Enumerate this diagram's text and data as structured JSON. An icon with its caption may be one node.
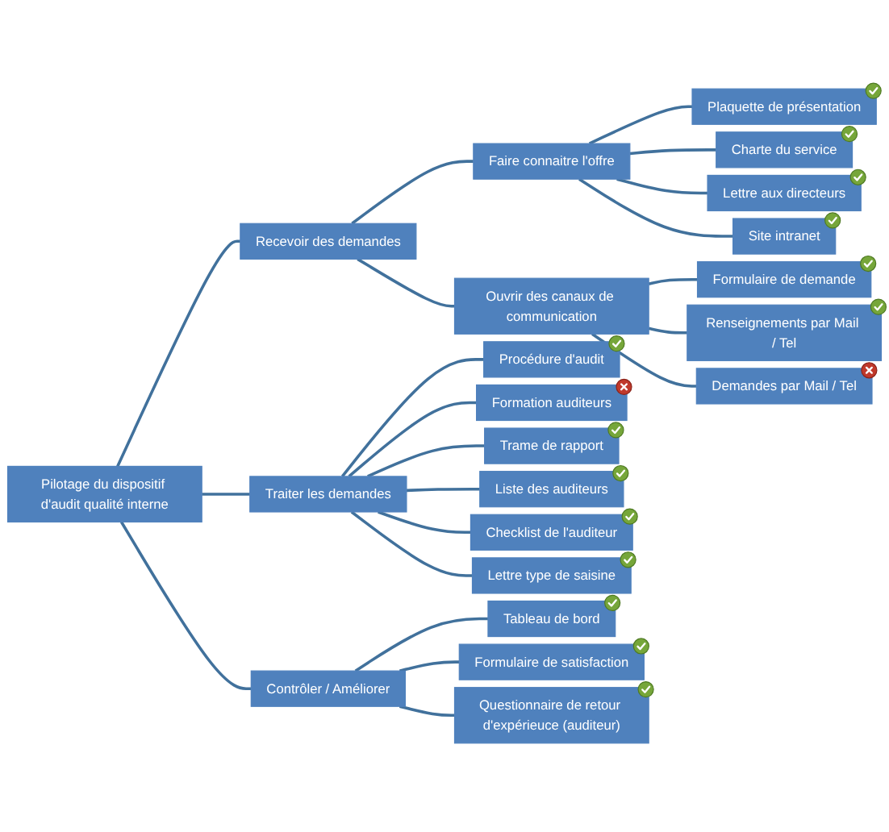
{
  "diagram": {
    "nodes": [
      {
        "text": [
          "Pilotage du dispositif d'audit qualité interne"
        ]
      },
      {
        "text": [
          "Recevoir des demandes"
        ]
      },
      {
        "text": [
          "Faire connaitre l'offre"
        ]
      },
      {
        "text": [
          "Plaquette de présentation"
        ]
      },
      {
        "text": [
          "Charte du service"
        ]
      },
      {
        "text": [
          "Lettre aux directeurs"
        ]
      },
      {
        "text": [
          "Site intranet"
        ]
      },
      {
        "text": [
          "Ouvrir des canaux de communication"
        ]
      },
      {
        "text": [
          "Formulaire de demande"
        ]
      },
      {
        "text": [
          "Renseignements par Mail / Tel"
        ]
      },
      {
        "text": [
          "Demandes par Mail / Tel"
        ]
      },
      {
        "text": [
          "Traiter les demandes"
        ]
      },
      {
        "text": [
          "Procédure d'audit"
        ]
      },
      {
        "text": [
          "Formation auditeurs"
        ]
      },
      {
        "text": [
          "Trame de rapport"
        ]
      },
      {
        "text": [
          "Liste des auditeurs"
        ]
      },
      {
        "text": [
          "Checklist de l'auditeur"
        ]
      },
      {
        "text": [
          "Lettre type de saisine"
        ]
      },
      {
        "text": [
          "Contrôler / Améliorer"
        ]
      },
      {
        "text": [
          "Tableau de bord"
        ]
      },
      {
        "text": [
          "Formulaire de satisfaction"
        ]
      },
      {
        "text": [
          "Questionnaire de retour d'expérieuce (auditeur)"
        ]
      }
    ],
    "edges": [
      {
        "from": 0,
        "to": 1,
        "arrow": "none"
      },
      {
        "from": 0,
        "to": 11,
        "arrow": "none"
      },
      {
        "from": 0,
        "to": 18,
        "arrow": "none"
      },
      {
        "from": 1,
        "to": 2,
        "arrow": "none"
      },
      {
        "from": 1,
        "to": 7,
        "arrow": "none"
      },
      {
        "from": 2,
        "to": 3,
        "arrow": "none"
      },
      {
        "from": 2,
        "to": 4,
        "arrow": "none"
      },
      {
        "from": 2,
        "to": 5,
        "arrow": "none"
      },
      {
        "from": 2,
        "to": 6,
        "arrow": "none"
      },
      {
        "from": 7,
        "to": 8,
        "arrow": "none"
      },
      {
        "from": 7,
        "to": 9,
        "arrow": "none"
      },
      {
        "from": 7,
        "to": 10,
        "arrow": "none"
      },
      {
        "from": 11,
        "to": 12,
        "arrow": "none"
      },
      {
        "from": 11,
        "to": 13,
        "arrow": "none"
      },
      {
        "from": 11,
        "to": 14,
        "arrow": "none"
      },
      {
        "from": 11,
        "to": 15,
        "arrow": "none"
      },
      {
        "from": 11,
        "to": 16,
        "arrow": "none"
      },
      {
        "from": 11,
        "to": 17,
        "arrow": "none"
      },
      {
        "from": 18,
        "to": 19,
        "arrow": "none"
      },
      {
        "from": 18,
        "to": 20,
        "arrow": "none"
      },
      {
        "from": 18,
        "to": 21,
        "arrow": "none"
      }
    ]
  }
}
